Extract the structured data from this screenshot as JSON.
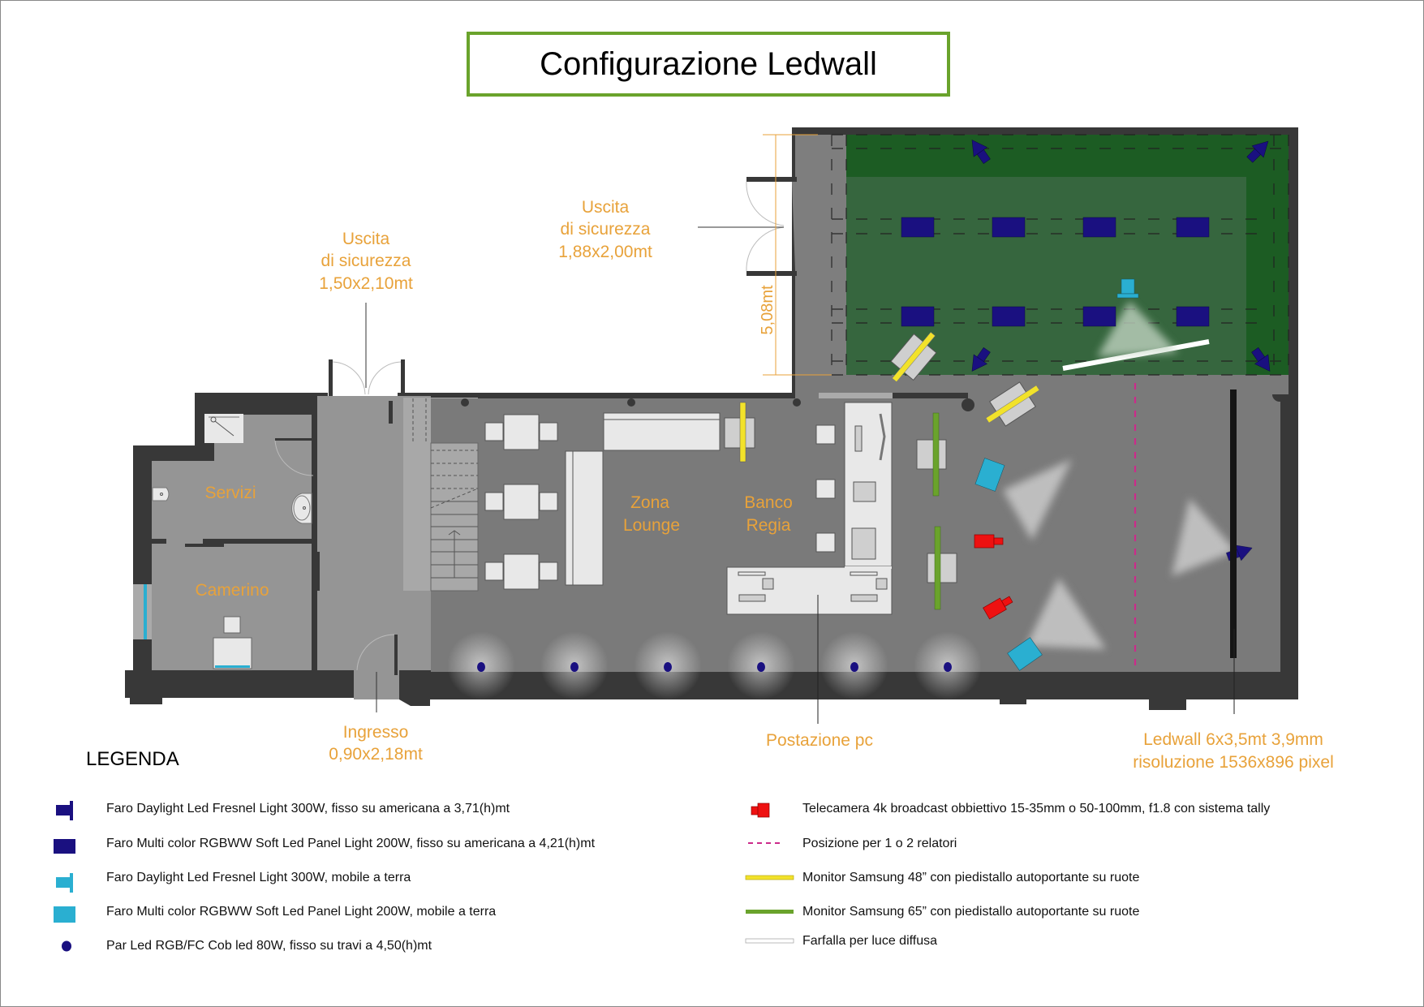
{
  "title": "Configurazione Ledwall",
  "colors": {
    "accent_label": "#e8a23a",
    "title_border": "#6aa32c",
    "wall": "#383838",
    "floor": "#7a7a7a",
    "floor_light": "#959595",
    "stage_dark": "#1c5c23",
    "stage_mid": "#36663e",
    "fixed_light": "#1a1080",
    "mobile_light": "#2aafd1",
    "camera": "#ee1111",
    "relatori_line": "#cc2a8a",
    "monitor_48": "#f2e22a",
    "monitor_65": "#6aa32c",
    "farfalla": "#ffffff"
  },
  "plan_labels": {
    "uscita_1": [
      "Uscita",
      "di sicurezza",
      "1,50x2,10mt"
    ],
    "uscita_2": [
      "Uscita",
      "di sicurezza",
      "1,88x2,00mt"
    ],
    "dimension": "5,08mt",
    "servizi": "Servizi",
    "camerino": "Camerino",
    "zona_lounge": [
      "Zona",
      "Lounge"
    ],
    "banco_regia": [
      "Banco",
      "Regia"
    ],
    "ingresso": [
      "Ingresso",
      "0,90x2,18mt"
    ],
    "postazione_pc": "Postazione pc",
    "ledwall": [
      "Ledwall 6x3,5mt 3,9mm",
      "risoluzione 1536x896 pixel"
    ]
  },
  "legend": {
    "title": "LEGENDA",
    "left": [
      {
        "icon": "fresnel-fixed-icon",
        "label": "Faro Daylight Led Fresnel Light 300W, fisso su americana a 3,71(h)mt"
      },
      {
        "icon": "panel-fixed-icon",
        "label": "Faro Multi color RGBWW Soft Led Panel Light 200W, fisso su americana a 4,21(h)mt"
      },
      {
        "icon": "fresnel-mobile-icon",
        "label": "Faro Daylight Led Fresnel Light 300W, mobile a terra"
      },
      {
        "icon": "panel-mobile-icon",
        "label": "Faro Multi color RGBWW Soft Led Panel Light 200W, mobile a terra"
      },
      {
        "icon": "par-led-icon",
        "label": "Par Led RGB/FC Cob led 80W, fisso su travi a 4,50(h)mt"
      }
    ],
    "right": [
      {
        "icon": "camera-icon",
        "label": "Telecamera 4k broadcast obbiettivo 15-35mm o 50-100mm, f1.8 con sistema tally"
      },
      {
        "icon": "relatori-line-icon",
        "label": "Posizione per 1 o 2 relatori"
      },
      {
        "icon": "monitor-48-icon",
        "label": "Monitor Samsung 48” con piedistallo autoportante su ruote"
      },
      {
        "icon": "monitor-65-icon",
        "label": "Monitor Samsung 65” con piedistallo autoportante su ruote"
      },
      {
        "icon": "farfalla-icon",
        "label": "Farfalla per luce diffusa"
      }
    ]
  }
}
